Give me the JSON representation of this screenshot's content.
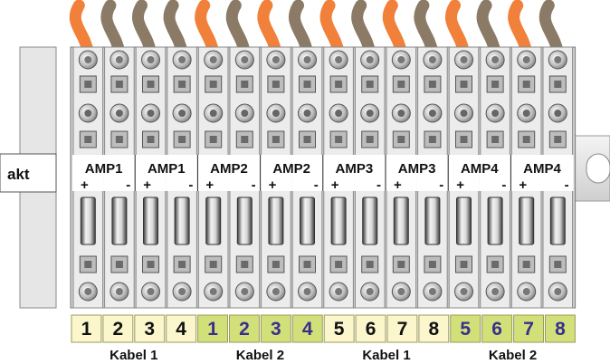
{
  "left_fragment_label": "akt",
  "terminals": [
    {
      "label": "AMP1",
      "polarity": "+",
      "wire": "orange"
    },
    {
      "label": "",
      "polarity": "-",
      "wire": "brown"
    },
    {
      "label": "AMP1",
      "polarity": "+",
      "wire": "brown"
    },
    {
      "label": "",
      "polarity": "-",
      "wire": "brown"
    },
    {
      "label": "AMP2",
      "polarity": "+",
      "wire": "orange"
    },
    {
      "label": "",
      "polarity": "-",
      "wire": "brown"
    },
    {
      "label": "AMP2",
      "polarity": "+",
      "wire": "orange"
    },
    {
      "label": "",
      "polarity": "-",
      "wire": "brown"
    },
    {
      "label": "AMP3",
      "polarity": "+",
      "wire": "orange"
    },
    {
      "label": "",
      "polarity": "-",
      "wire": "brown"
    },
    {
      "label": "AMP3",
      "polarity": "+",
      "wire": "orange"
    },
    {
      "label": "",
      "polarity": "-",
      "wire": "brown"
    },
    {
      "label": "AMP4",
      "polarity": "+",
      "wire": "orange"
    },
    {
      "label": "",
      "polarity": "-",
      "wire": "brown"
    },
    {
      "label": "AMP4",
      "polarity": "+",
      "wire": "orange"
    },
    {
      "label": "",
      "polarity": "-",
      "wire": "brown"
    }
  ],
  "numbers": [
    {
      "text": "1",
      "group": 0
    },
    {
      "text": "2",
      "group": 0
    },
    {
      "text": "3",
      "group": 0
    },
    {
      "text": "4",
      "group": 0
    },
    {
      "text": "1",
      "group": 1
    },
    {
      "text": "2",
      "group": 1
    },
    {
      "text": "3",
      "group": 1
    },
    {
      "text": "4",
      "group": 1
    },
    {
      "text": "5",
      "group": 2
    },
    {
      "text": "6",
      "group": 2
    },
    {
      "text": "7",
      "group": 2
    },
    {
      "text": "8",
      "group": 2
    },
    {
      "text": "5",
      "group": 3
    },
    {
      "text": "6",
      "group": 3
    },
    {
      "text": "7",
      "group": 3
    },
    {
      "text": "8",
      "group": 3
    }
  ],
  "cable_labels": [
    {
      "text": "Kabel 1",
      "group": 0
    },
    {
      "text": "Kabel 2",
      "group": 1
    },
    {
      "text": "Kabel 1",
      "group": 2
    },
    {
      "text": "Kabel 2",
      "group": 3
    }
  ],
  "colors": {
    "wire_orange": "#f0803a",
    "wire_brown": "#8b7a66",
    "marker_cream": "#fbf6cc",
    "marker_green": "#d2e07a",
    "text_dark": "#111111",
    "text_purple": "#3a2e8c"
  },
  "group_styles": [
    {
      "fill": "#fbf6cc",
      "text": "#111111"
    },
    {
      "fill": "#d2e07a",
      "text": "#3a2e8c"
    },
    {
      "fill": "#fbf6cc",
      "text": "#111111"
    },
    {
      "fill": "#d2e07a",
      "text": "#3a2e8c"
    }
  ]
}
